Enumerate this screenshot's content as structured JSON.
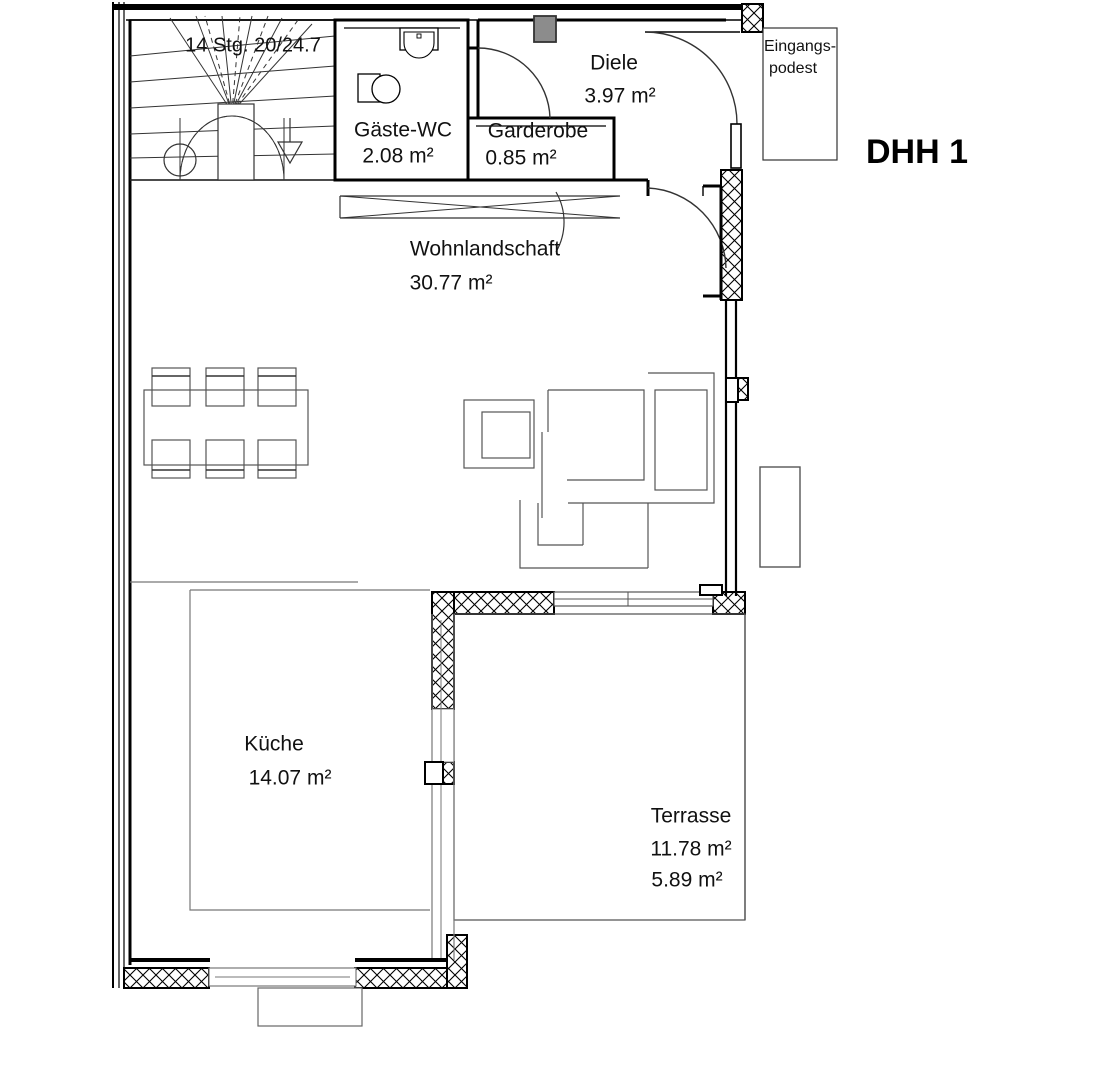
{
  "drawing": {
    "title": "DHH 1",
    "type": "floor-plan",
    "units": "m²"
  },
  "rooms": [
    {
      "key": "gaeste_wc",
      "label": "Gäste-WC",
      "area": "2.08 m²"
    },
    {
      "key": "garderobe",
      "label": "Garderobe",
      "area": "0.85 m²"
    },
    {
      "key": "diele",
      "label": "Diele",
      "area": "3.97 m²"
    },
    {
      "key": "wohnlandschaft",
      "label": "Wohnlandschaft",
      "area": "30.77 m²"
    },
    {
      "key": "kueche",
      "label": "Küche",
      "area": "14.07 m²"
    },
    {
      "key": "terrasse",
      "label": "Terrasse",
      "area": "11.78 m²",
      "area2": "5.89 m²"
    }
  ],
  "annotations": {
    "stairs": "14 Stg. 20/24.7",
    "entrance_platform_line1": "Eingangs-",
    "entrance_platform_line2": "podest"
  },
  "colors": {
    "wall": "#000000",
    "thin_line": "#555555",
    "furniture": "#444444",
    "meter_box_fill": "#8c8c8c",
    "background": "#ffffff"
  }
}
